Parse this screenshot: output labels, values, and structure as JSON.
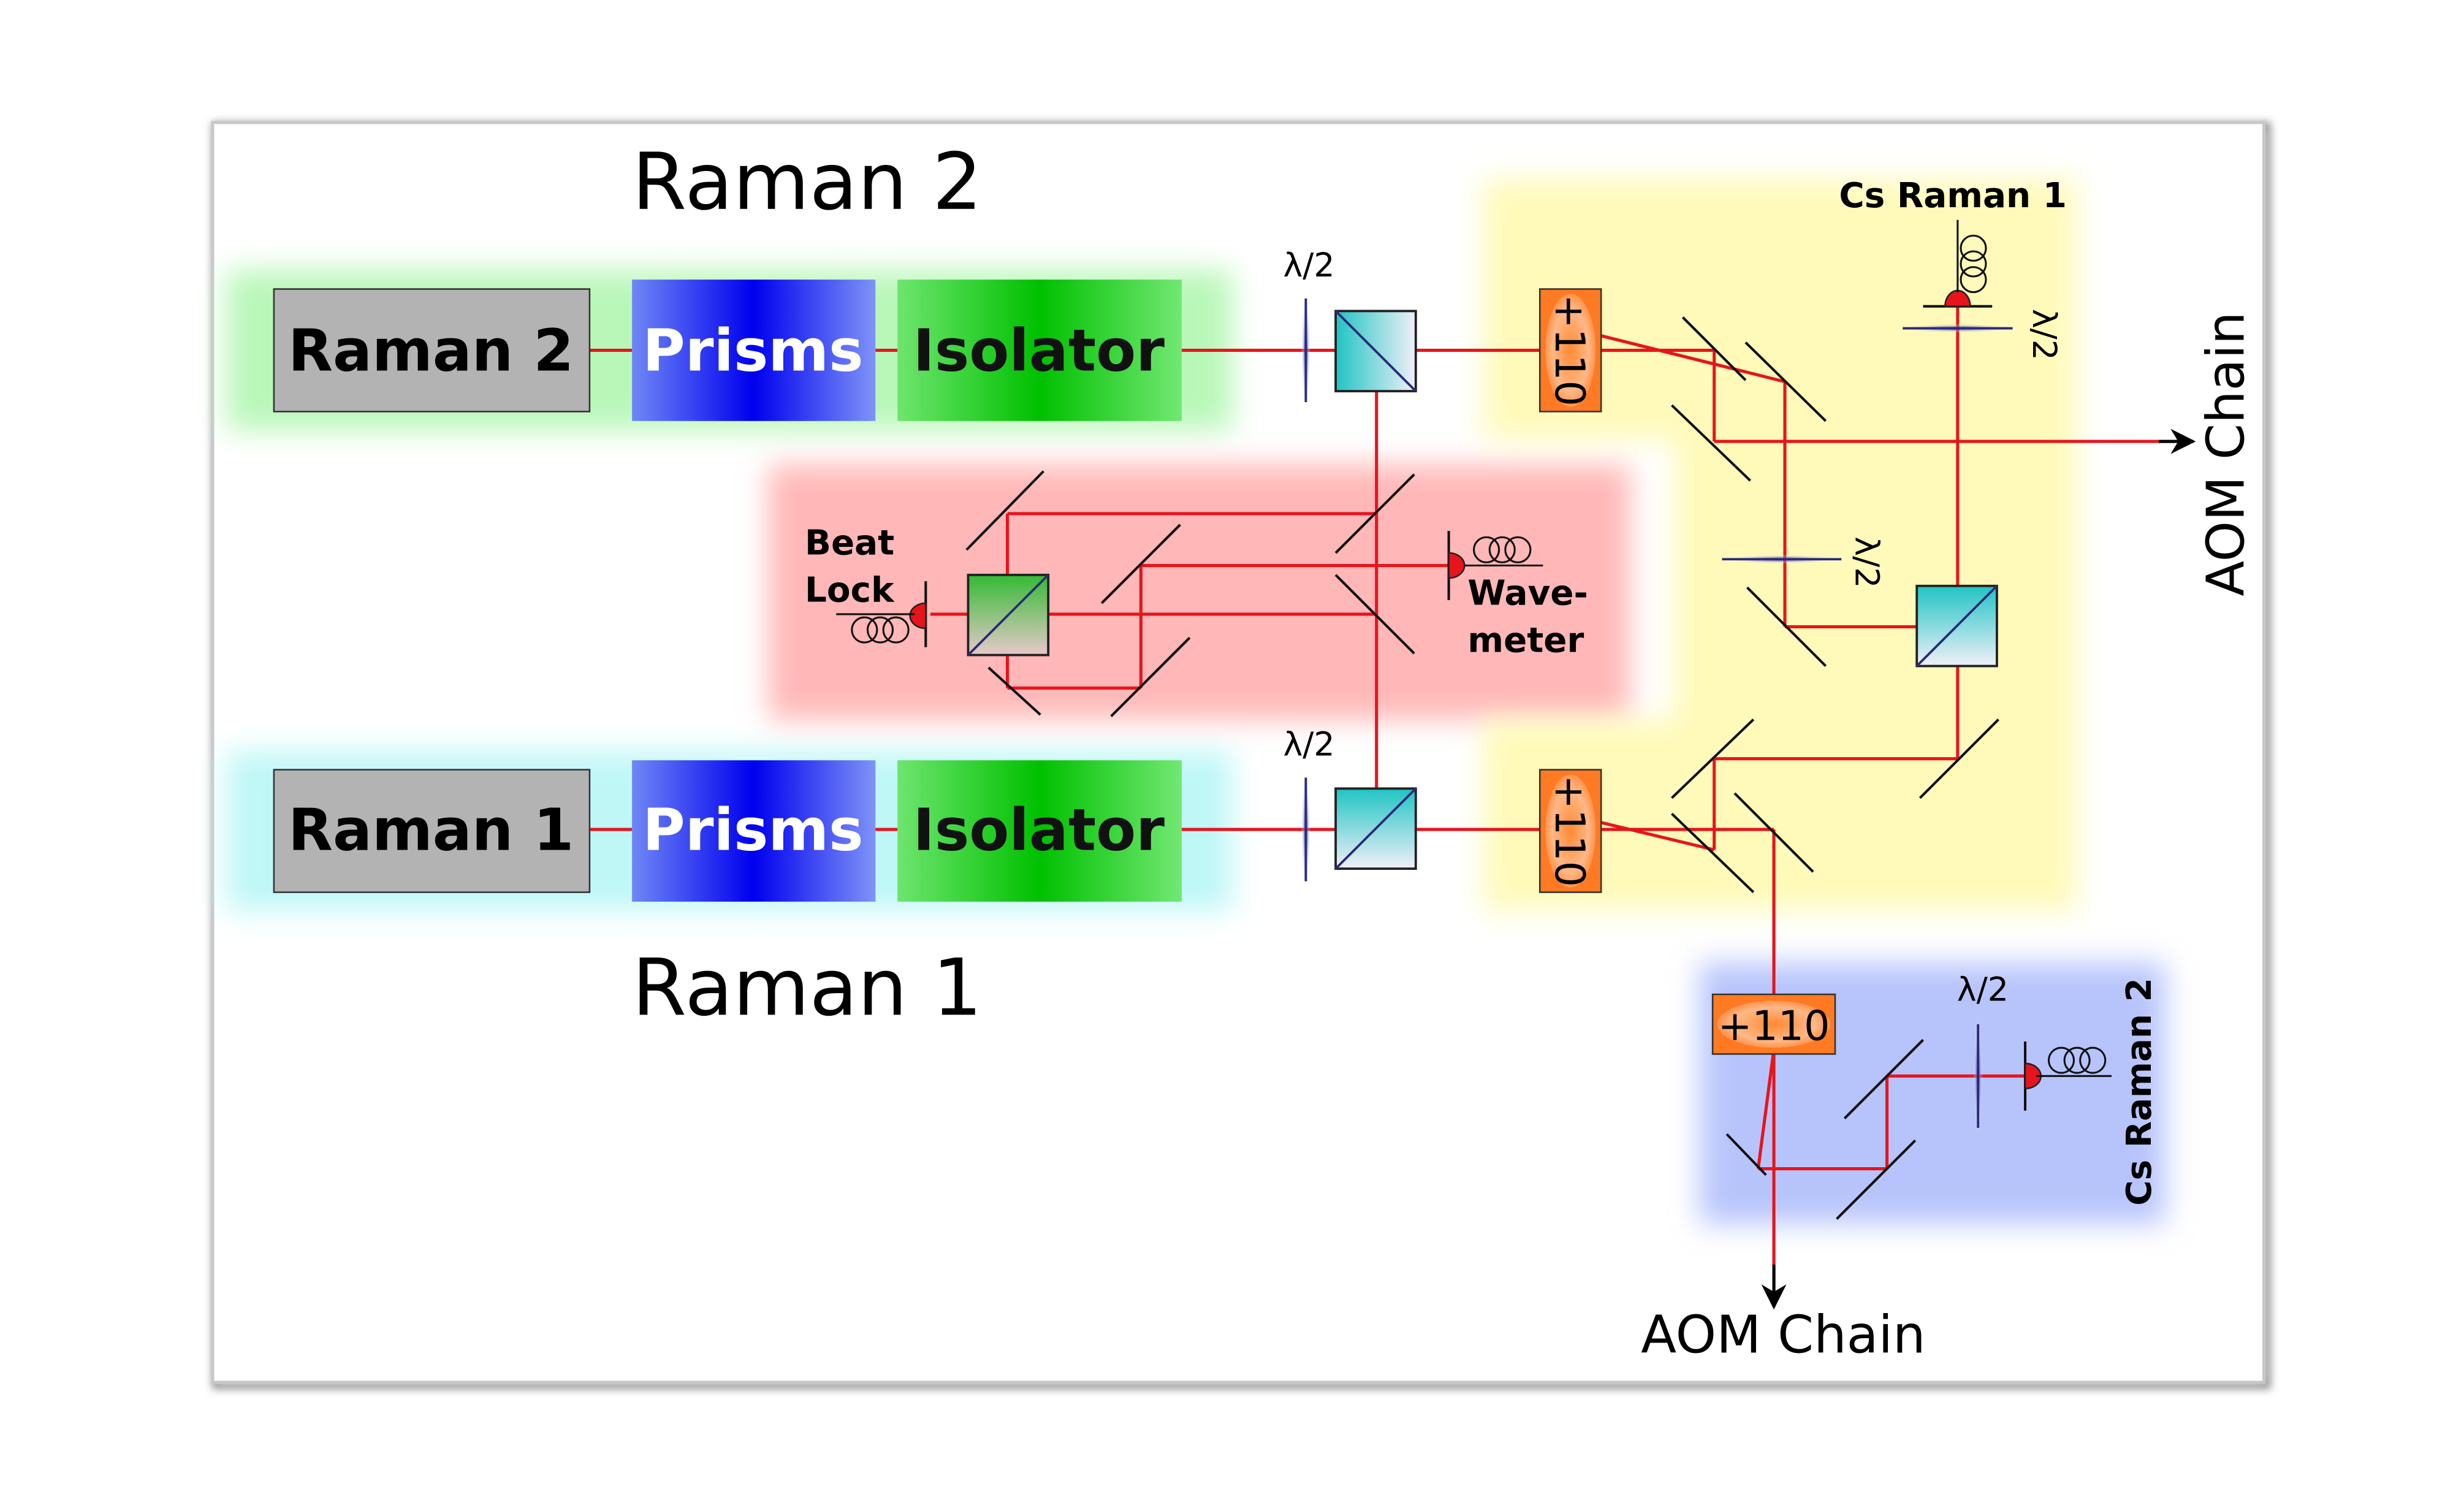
{
  "titles": {
    "raman2_heading": "Raman 2",
    "raman1_heading": "Raman 1"
  },
  "laser_rows": {
    "raman2": {
      "laser": "Raman 2",
      "prisms": "Prisms",
      "isolator": "Isolator"
    },
    "raman1": {
      "laser": "Raman 1",
      "prisms": "Prisms",
      "isolator": "Isolator"
    }
  },
  "labels": {
    "halfwave_top": "λ/2",
    "halfwave_bottom": "λ/2",
    "halfwave_cs1": "λ/2",
    "halfwave_mid": "λ/2",
    "halfwave_cs2": "λ/2",
    "beat_lock_1": "Beat",
    "beat_lock_2": "Lock",
    "wavemeter_1": "Wave-",
    "wavemeter_2": "meter",
    "cs_raman_1": "Cs Raman 1",
    "cs_raman_2": "Cs Raman 2",
    "aom_top": "+110",
    "aom_bottom": "+110",
    "aom_blue": "+110",
    "aom_chain_right": "AOM Chain",
    "aom_chain_bottom": "AOM Chain"
  },
  "colors": {
    "beam": "#e8141c",
    "raman2_glow": "#b9f7b9",
    "raman1_glow": "#bff7f7",
    "beat_region": "#ffb7b7",
    "aom_region": "#fffab9",
    "cs2_region": "#b7c4fb",
    "laser_box": "#b3b3b3",
    "prisms_blue": "#0000ee",
    "isolator_green": "#00c000",
    "aom_orange": "#ff7a22"
  }
}
